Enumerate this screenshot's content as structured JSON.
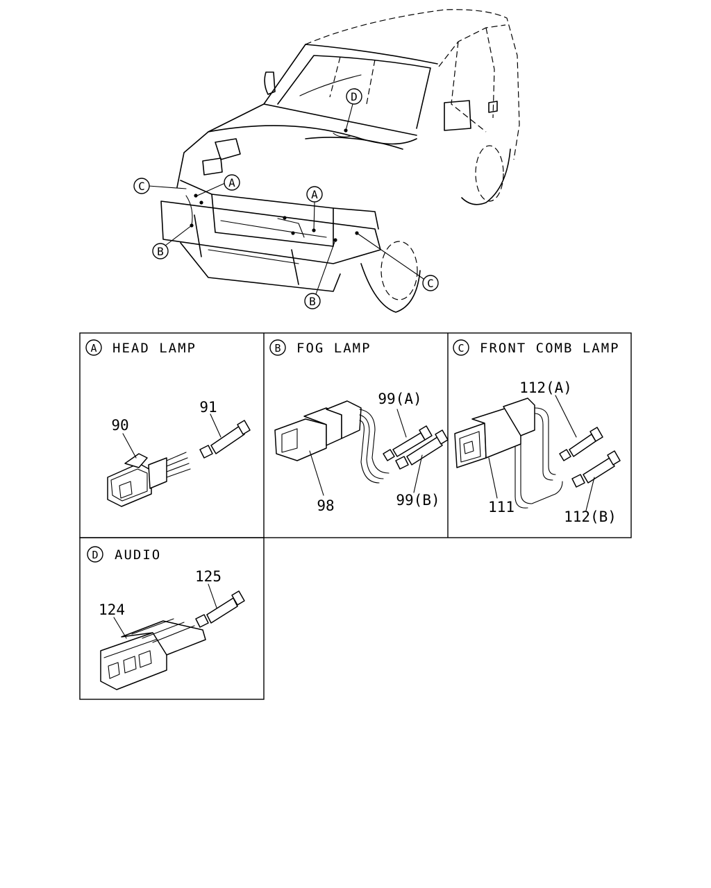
{
  "callouts": {
    "top": {
      "a1": "A",
      "a2": "A",
      "b1": "B",
      "b2": "B",
      "c1": "C",
      "c2": "C",
      "d": "D"
    }
  },
  "panels": [
    {
      "letter": "A",
      "title": "HEAD LAMP",
      "parts": [
        "90",
        "91"
      ]
    },
    {
      "letter": "B",
      "title": "FOG LAMP",
      "parts": [
        "98",
        "99(A)",
        "99(B)"
      ]
    },
    {
      "letter": "C",
      "title": "FRONT COMB LAMP",
      "parts": [
        "111",
        "112(A)",
        "112(B)"
      ]
    },
    {
      "letter": "D",
      "title": "AUDIO",
      "parts": [
        "124",
        "125"
      ]
    }
  ]
}
